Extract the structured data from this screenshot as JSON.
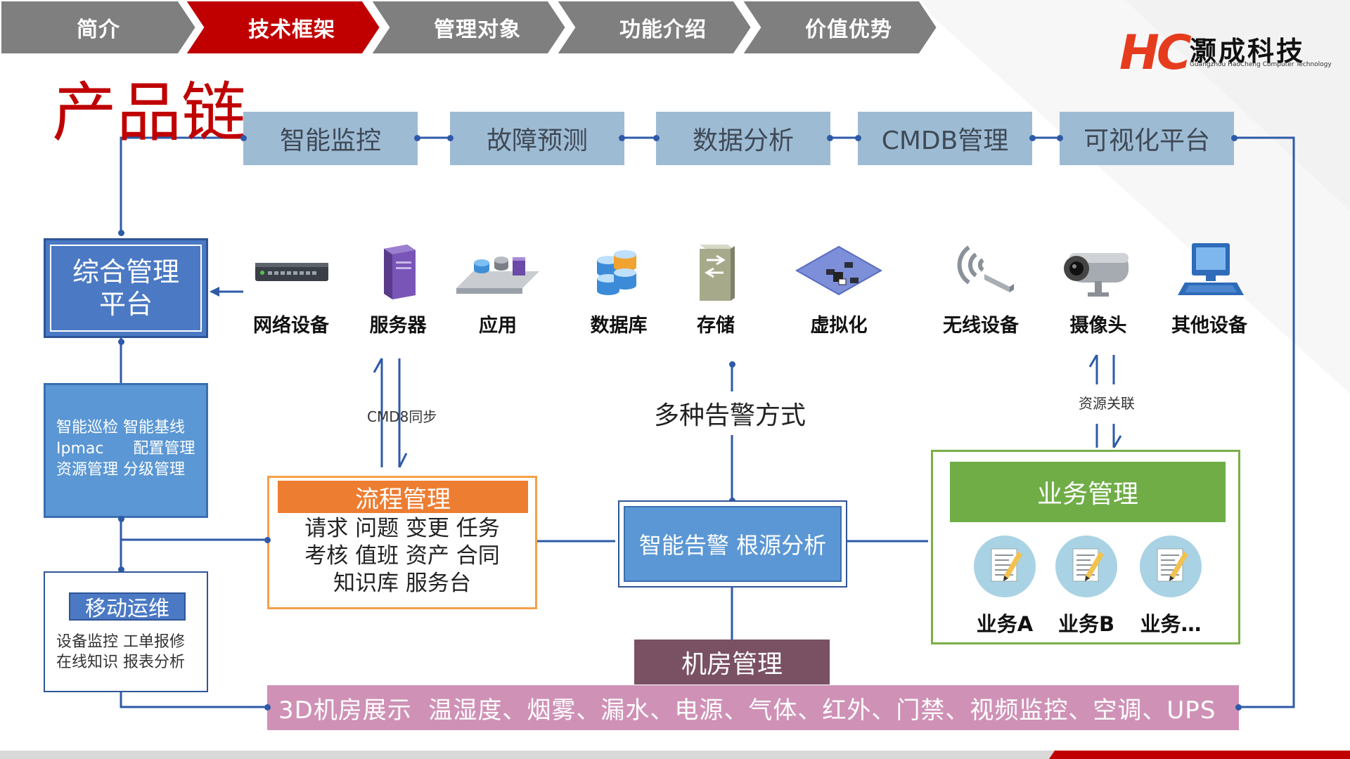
{
  "nav": {
    "items": [
      {
        "label": "简介"
      },
      {
        "label": "技术框架"
      },
      {
        "label": "管理对象"
      },
      {
        "label": "功能介绍"
      },
      {
        "label": "价值优势"
      }
    ],
    "active_index": 1,
    "colors": {
      "inactive": "#7f7f7f",
      "active": "#c00000"
    }
  },
  "logo": {
    "mark": "HC",
    "name": "灏成科技",
    "subtitle": "Guangzhou HaoCheng Computer Technology"
  },
  "page_title": "产品链",
  "product_chain": [
    "智能监控",
    "故障预测",
    "数据分析",
    "CMDB管理",
    "可视化平台"
  ],
  "devices": [
    {
      "label": "网络设备",
      "icon": "network-switch-icon"
    },
    {
      "label": "服务器",
      "icon": "server-icon"
    },
    {
      "label": "应用",
      "icon": "application-icon"
    },
    {
      "label": "数据库",
      "icon": "database-icon"
    },
    {
      "label": "存储",
      "icon": "storage-icon"
    },
    {
      "label": "虚拟化",
      "icon": "virtualization-icon"
    },
    {
      "label": "无线设备",
      "icon": "wireless-icon"
    },
    {
      "label": "摄像头",
      "icon": "camera-icon"
    },
    {
      "label": "其他设备",
      "icon": "computer-icon"
    }
  ],
  "integrated_platform": {
    "line1": "综合管理",
    "line2": "平台"
  },
  "platform_features": {
    "rows": [
      "智能巡检 智能基线",
      "Ipmac      配置管理",
      "资源管理 分级管理"
    ]
  },
  "mobile_ops": {
    "title": "移动运维",
    "rows": [
      "设备监控 工单报修",
      "在线知识 报表分析"
    ]
  },
  "cmdb_sync_label": "CMD8同步",
  "process": {
    "title": "流程管理",
    "rows": [
      "请求 问题 变更 任务",
      "考核 值班 资产 合同",
      "知识库 服务台"
    ]
  },
  "alert_methods": "多种告警方式",
  "smart_alert": "智能告警 根源分析",
  "resource_link_label": "资源关联",
  "business": {
    "title": "业务管理",
    "items": [
      {
        "label": "业务A"
      },
      {
        "label": "业务B"
      },
      {
        "label": "业务…"
      }
    ]
  },
  "datacenter": {
    "title": "机房管理",
    "band": "3D机房展示  温湿度、烟雾、漏水、电源、气体、红外、门禁、视频监控、空调、UPS"
  },
  "colors": {
    "line": "#2e5aa8",
    "product_box": "#9ebbd4",
    "accent_red": "#c00000"
  }
}
